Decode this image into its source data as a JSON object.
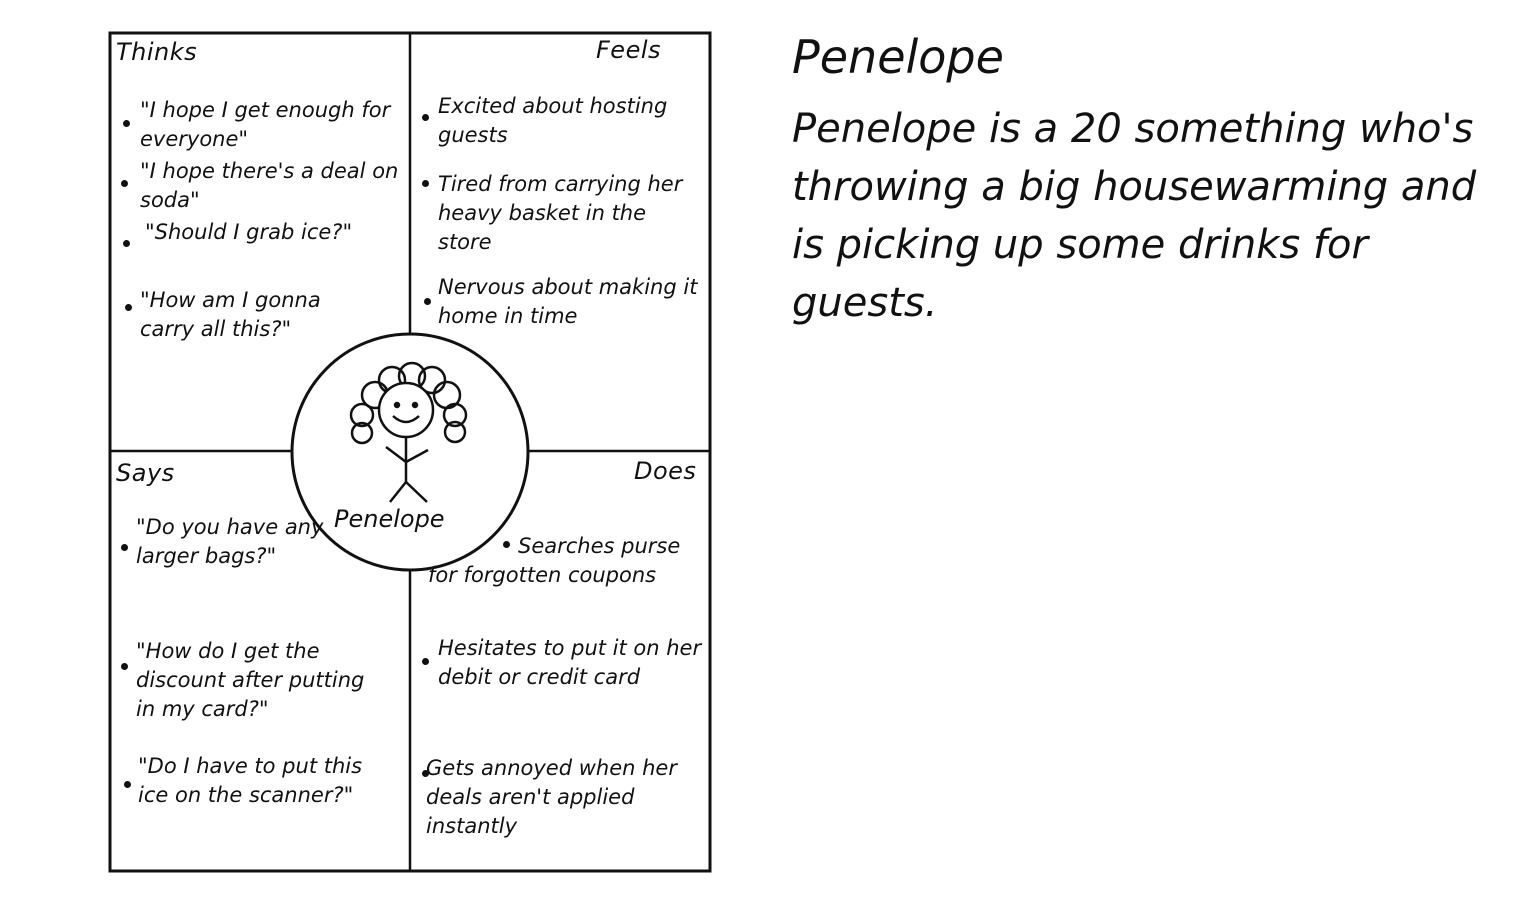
{
  "empathy_map": {
    "quadrants": {
      "thinks": {
        "title": "Thinks",
        "items": [
          "\"I hope I get enough for everyone\"",
          "\"I hope there's a deal on soda\"",
          "\"Should I grab ice?\"",
          "\"How am I gonna carry all this?\""
        ]
      },
      "feels": {
        "title": "Feels",
        "items": [
          "Excited about hosting guests",
          "Tired from carrying her heavy basket in the store",
          "Nervous about making it home in time"
        ]
      },
      "says": {
        "title": "Says",
        "items": [
          "\"Do you have any larger bags?\"",
          "\"How do I get the discount after putting in my card?\"",
          "\"Do I have to put this ice on the scanner?\""
        ]
      },
      "does": {
        "title": "Does",
        "items": [
          "Searches purse for forgotten coupons",
          "Hesitates to put it on her debit or credit card",
          "Gets annoyed when her deals aren't applied instantly"
        ]
      }
    },
    "persona_label": "Penelope"
  },
  "persona": {
    "name": "Penelope",
    "description": "Penelope is a 20 something who's throwing a big housewarming and is picking up some drinks for guests."
  }
}
